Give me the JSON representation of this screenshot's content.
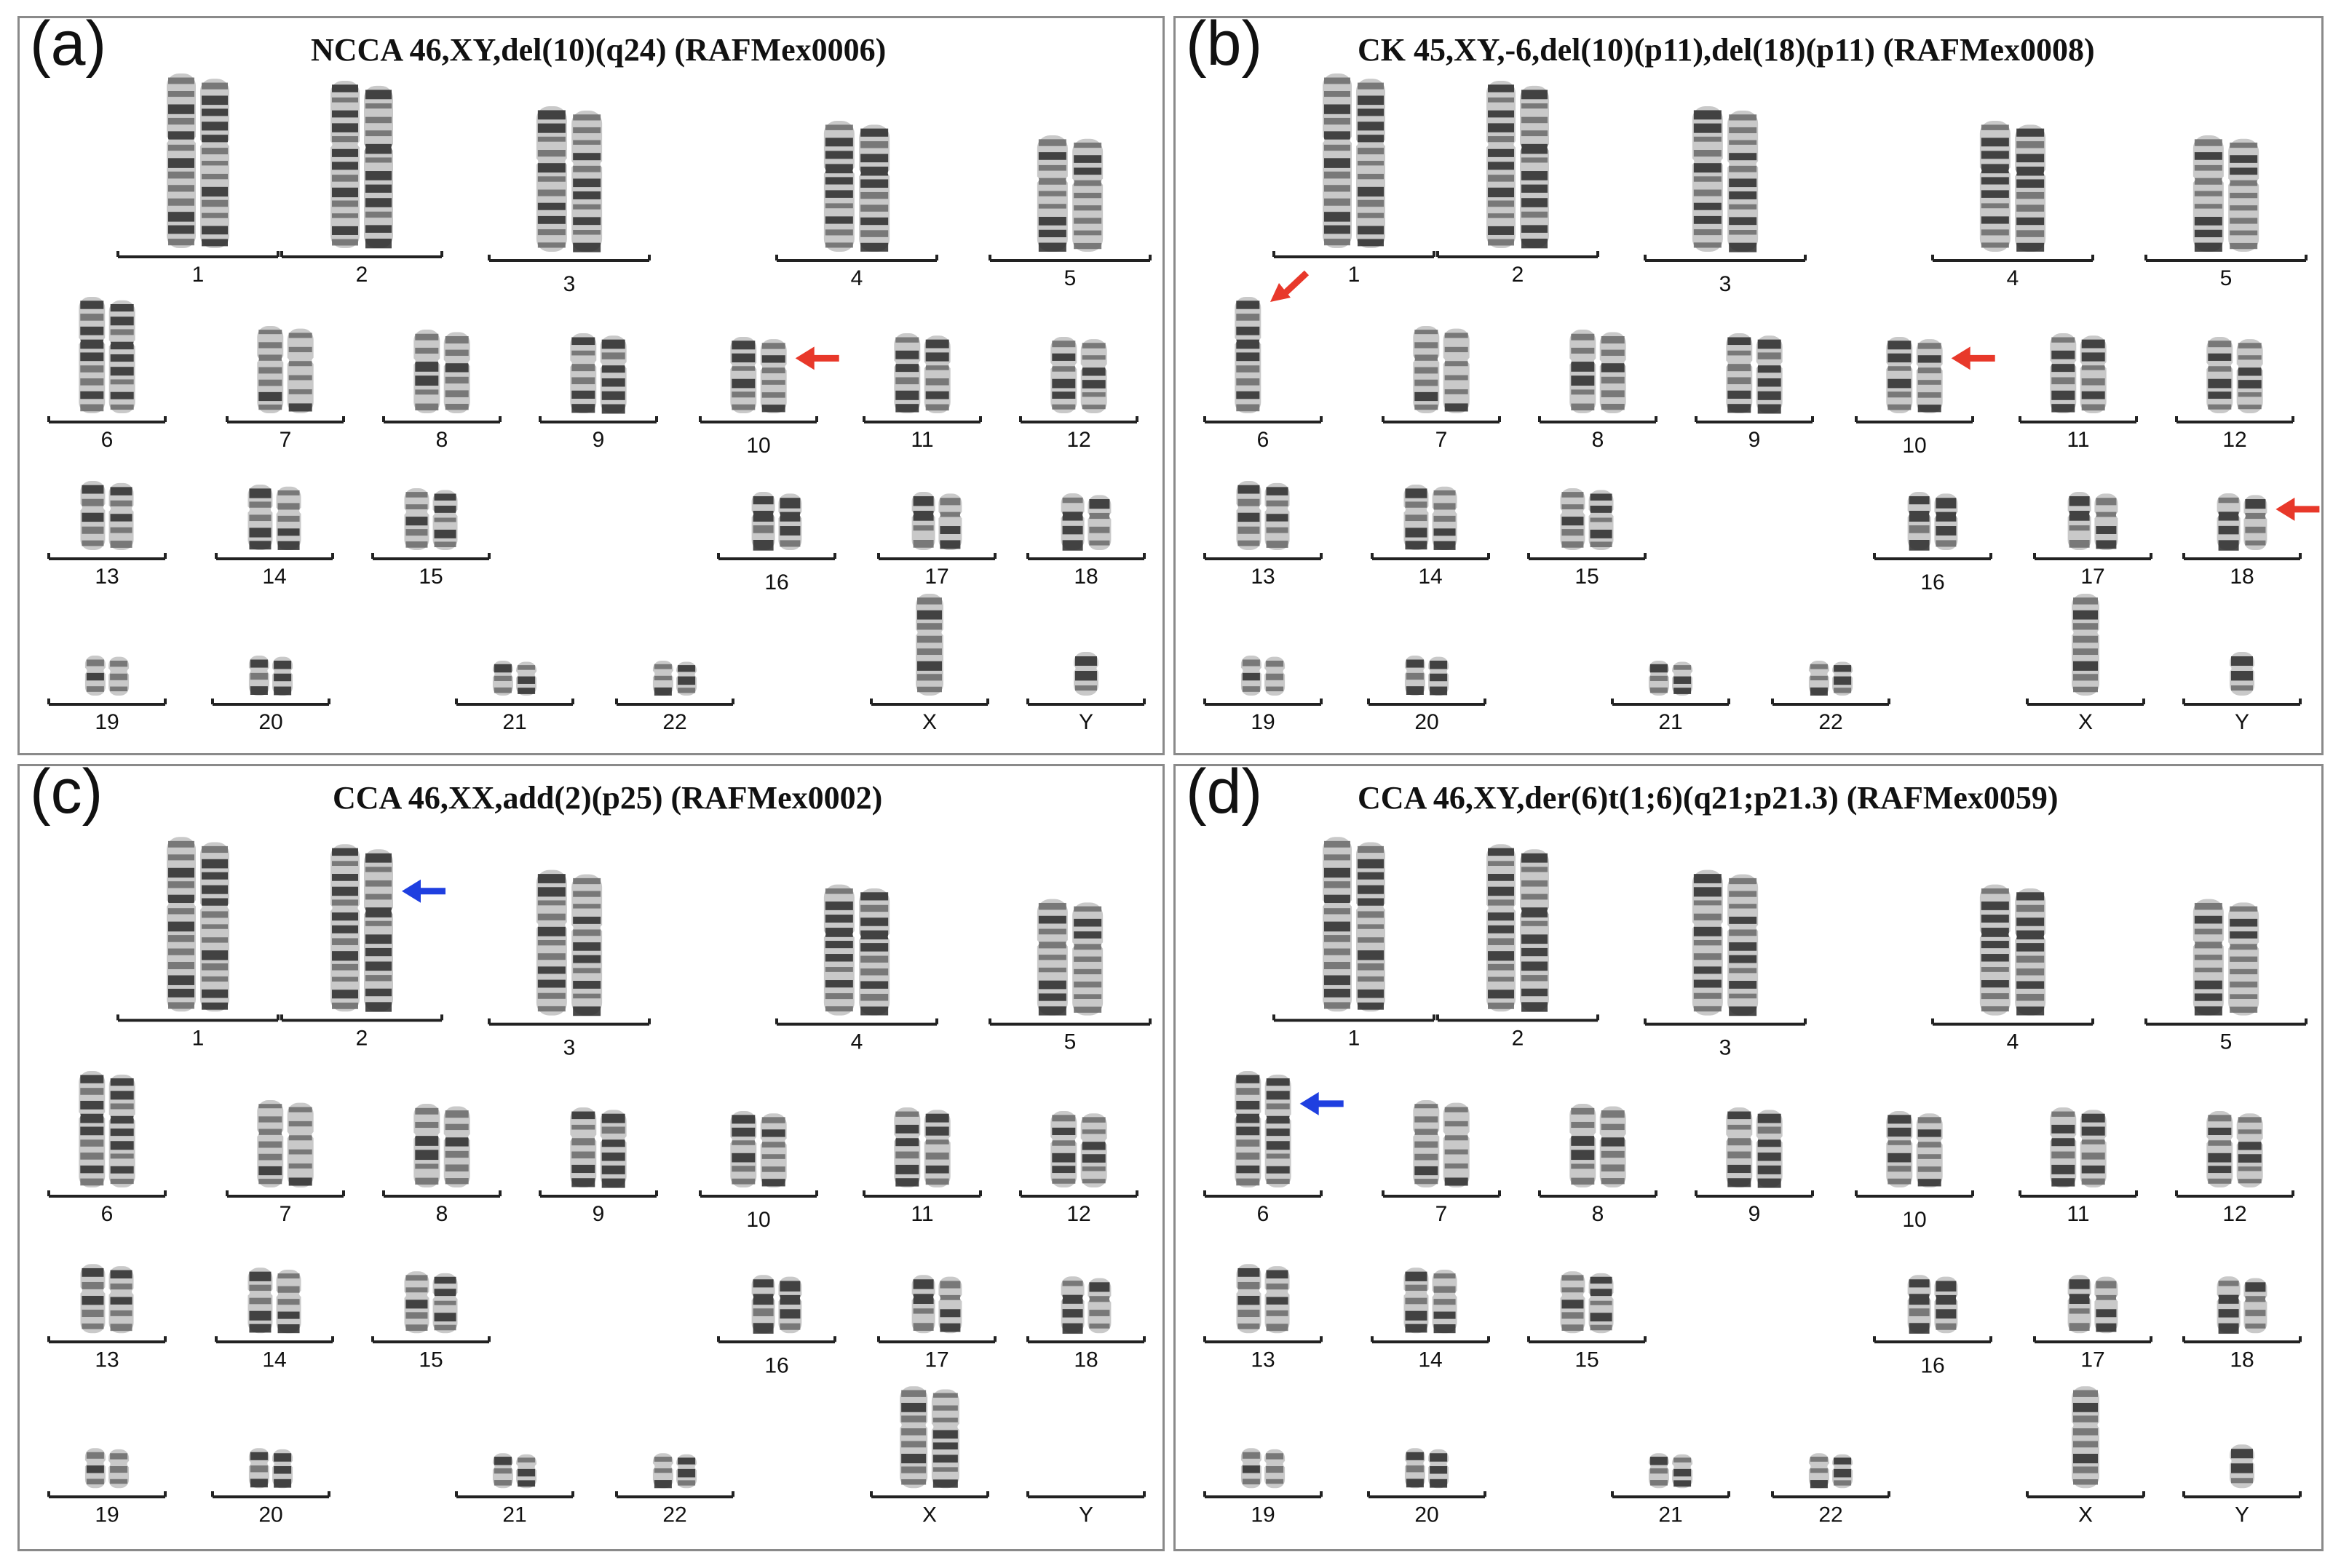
{
  "panels": [
    {
      "letter": "(a)",
      "title": "NCCA 46,XY,del(10)(q24) (RAFMex0006)",
      "labels": [
        "1",
        "2",
        "3",
        "4",
        "5",
        "6",
        "7",
        "8",
        "9",
        "10",
        "11",
        "12",
        "13",
        "14",
        "15",
        "16",
        "17",
        "18",
        "19",
        "20",
        "21",
        "22",
        "X",
        "Y"
      ],
      "arrow_color": "#e8382a",
      "arrows_on": [
        "10"
      ],
      "chromosome_counts": {
        "Y": 1,
        "X": 1
      }
    },
    {
      "letter": "(b)",
      "title": "CK 45,XY,-6,del(10)(p11),del(18)(p11) (RAFMex0008)",
      "labels": [
        "1",
        "2",
        "3",
        "4",
        "5",
        "6",
        "7",
        "8",
        "9",
        "10",
        "11",
        "12",
        "13",
        "14",
        "15",
        "16",
        "17",
        "18",
        "19",
        "20",
        "21",
        "22",
        "X",
        "Y"
      ],
      "arrow_color": "#e8382a",
      "arrows_on": [
        "6",
        "10",
        "18"
      ],
      "chromosome_counts": {
        "6": 1,
        "Y": 1,
        "X": 1
      }
    },
    {
      "letter": "(c)",
      "title": "CCA 46,XX,add(2)(p25) (RAFMex0002)",
      "labels": [
        "1",
        "2",
        "3",
        "4",
        "5",
        "6",
        "7",
        "8",
        "9",
        "10",
        "11",
        "12",
        "13",
        "14",
        "15",
        "16",
        "17",
        "18",
        "19",
        "20",
        "21",
        "22",
        "X",
        "Y"
      ],
      "arrow_color": "#1f3fe0",
      "arrows_on": [
        "2"
      ],
      "chromosome_counts": {
        "X": 2,
        "Y": 0
      }
    },
    {
      "letter": "(d)",
      "title": "CCA 46,XY,der(6)t(1;6)(q21;p21.3) (RAFMex0059)",
      "labels": [
        "1",
        "2",
        "3",
        "4",
        "5",
        "6",
        "7",
        "8",
        "9",
        "10",
        "11",
        "12",
        "13",
        "14",
        "15",
        "16",
        "17",
        "18",
        "19",
        "20",
        "21",
        "22",
        "X",
        "Y"
      ],
      "arrow_color": "#1f3fe0",
      "arrows_on": [
        "6"
      ],
      "chromosome_counts": {
        "Y": 1,
        "X": 1
      }
    }
  ]
}
